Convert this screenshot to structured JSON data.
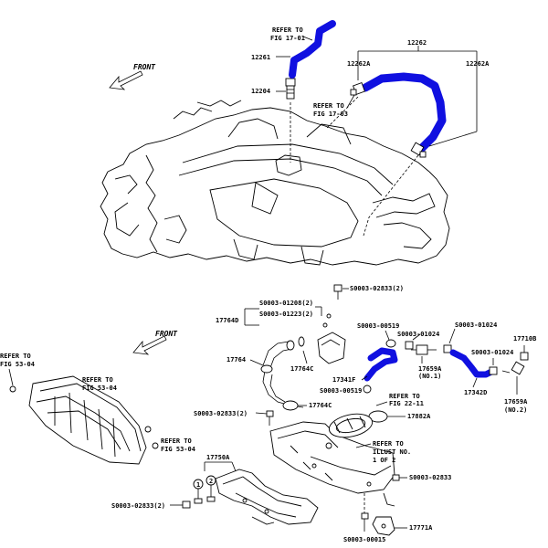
{
  "diagram": {
    "hose_color": "#1010e0",
    "top": {
      "front": "FRONT",
      "refer_fig_17_01": [
        "REFER TO",
        "FIG 17-01"
      ],
      "p12261": "12261",
      "p12204": "12204",
      "p12262": "12262",
      "p12262A_left": "12262A",
      "p12262A_right": "12262A",
      "refer_fig_17_03": [
        "REFER TO",
        "FIG 17-03"
      ]
    },
    "bottom": {
      "front": "FRONT",
      "s0003_02833_top": "S0003-02833(2)",
      "s0003_01208": "S0003-01208(2)",
      "s0003_01223": "S0003-01223(2)",
      "p17764D": "17764D",
      "s0003_00519_a": "S0003-00519",
      "s0003_01024_a": "S0003-01024",
      "s0003_01024_b": "S0003-01024",
      "s0003_01024_c": "S0003-01024",
      "p17710B": "17710B",
      "refer_fig_53_04_left": [
        "REFER TO",
        "FIG 53-04"
      ],
      "refer_fig_53_04_mid": [
        "REFER TO",
        "FIG 53-04"
      ],
      "refer_fig_53_04_low": [
        "REFER TO",
        "FIG 53-04"
      ],
      "p17764": "17764",
      "p17764C_a": "17764C",
      "p17659A_no1": [
        "17659A",
        "(NO.1)"
      ],
      "p17341F": "17341F",
      "s0003_00519_b": "S0003-00519",
      "refer_fig_22_11": [
        "REFER TO",
        "FIG 22-11"
      ],
      "p17342D": "17342D",
      "p17659A_no2": [
        "17659A",
        "(NO.2)"
      ],
      "p17764C_b": "17764C",
      "s0003_02833_mid": "S0003-02833(2)",
      "p17882A": "17882A",
      "refer_illust": [
        "REFER TO",
        "ILLUST NO.",
        "1 OF 2"
      ],
      "p17750A": "17750A",
      "s0003_02833_r": "S0003-02833",
      "callout_1": "1",
      "callout_2": "2",
      "s0003_02833_low": "S0003-02833(2)",
      "p17771A": "17771A",
      "s0003_00015": "S0003-00015"
    }
  }
}
